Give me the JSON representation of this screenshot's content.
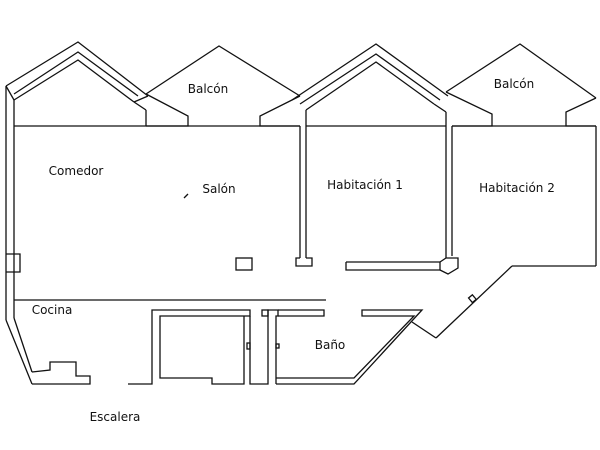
{
  "rooms": {
    "balcon_left": "Balcón",
    "balcon_right": "Balcón",
    "comedor": "Comedor",
    "salon": "Salón",
    "habitacion_1": "Habitación 1",
    "habitacion_2": "Habitación 2",
    "cocina": "Cocina",
    "bano": "Baño",
    "escalera": "Escalera"
  },
  "colors": {
    "wall": "#111111",
    "background": "#ffffff"
  }
}
